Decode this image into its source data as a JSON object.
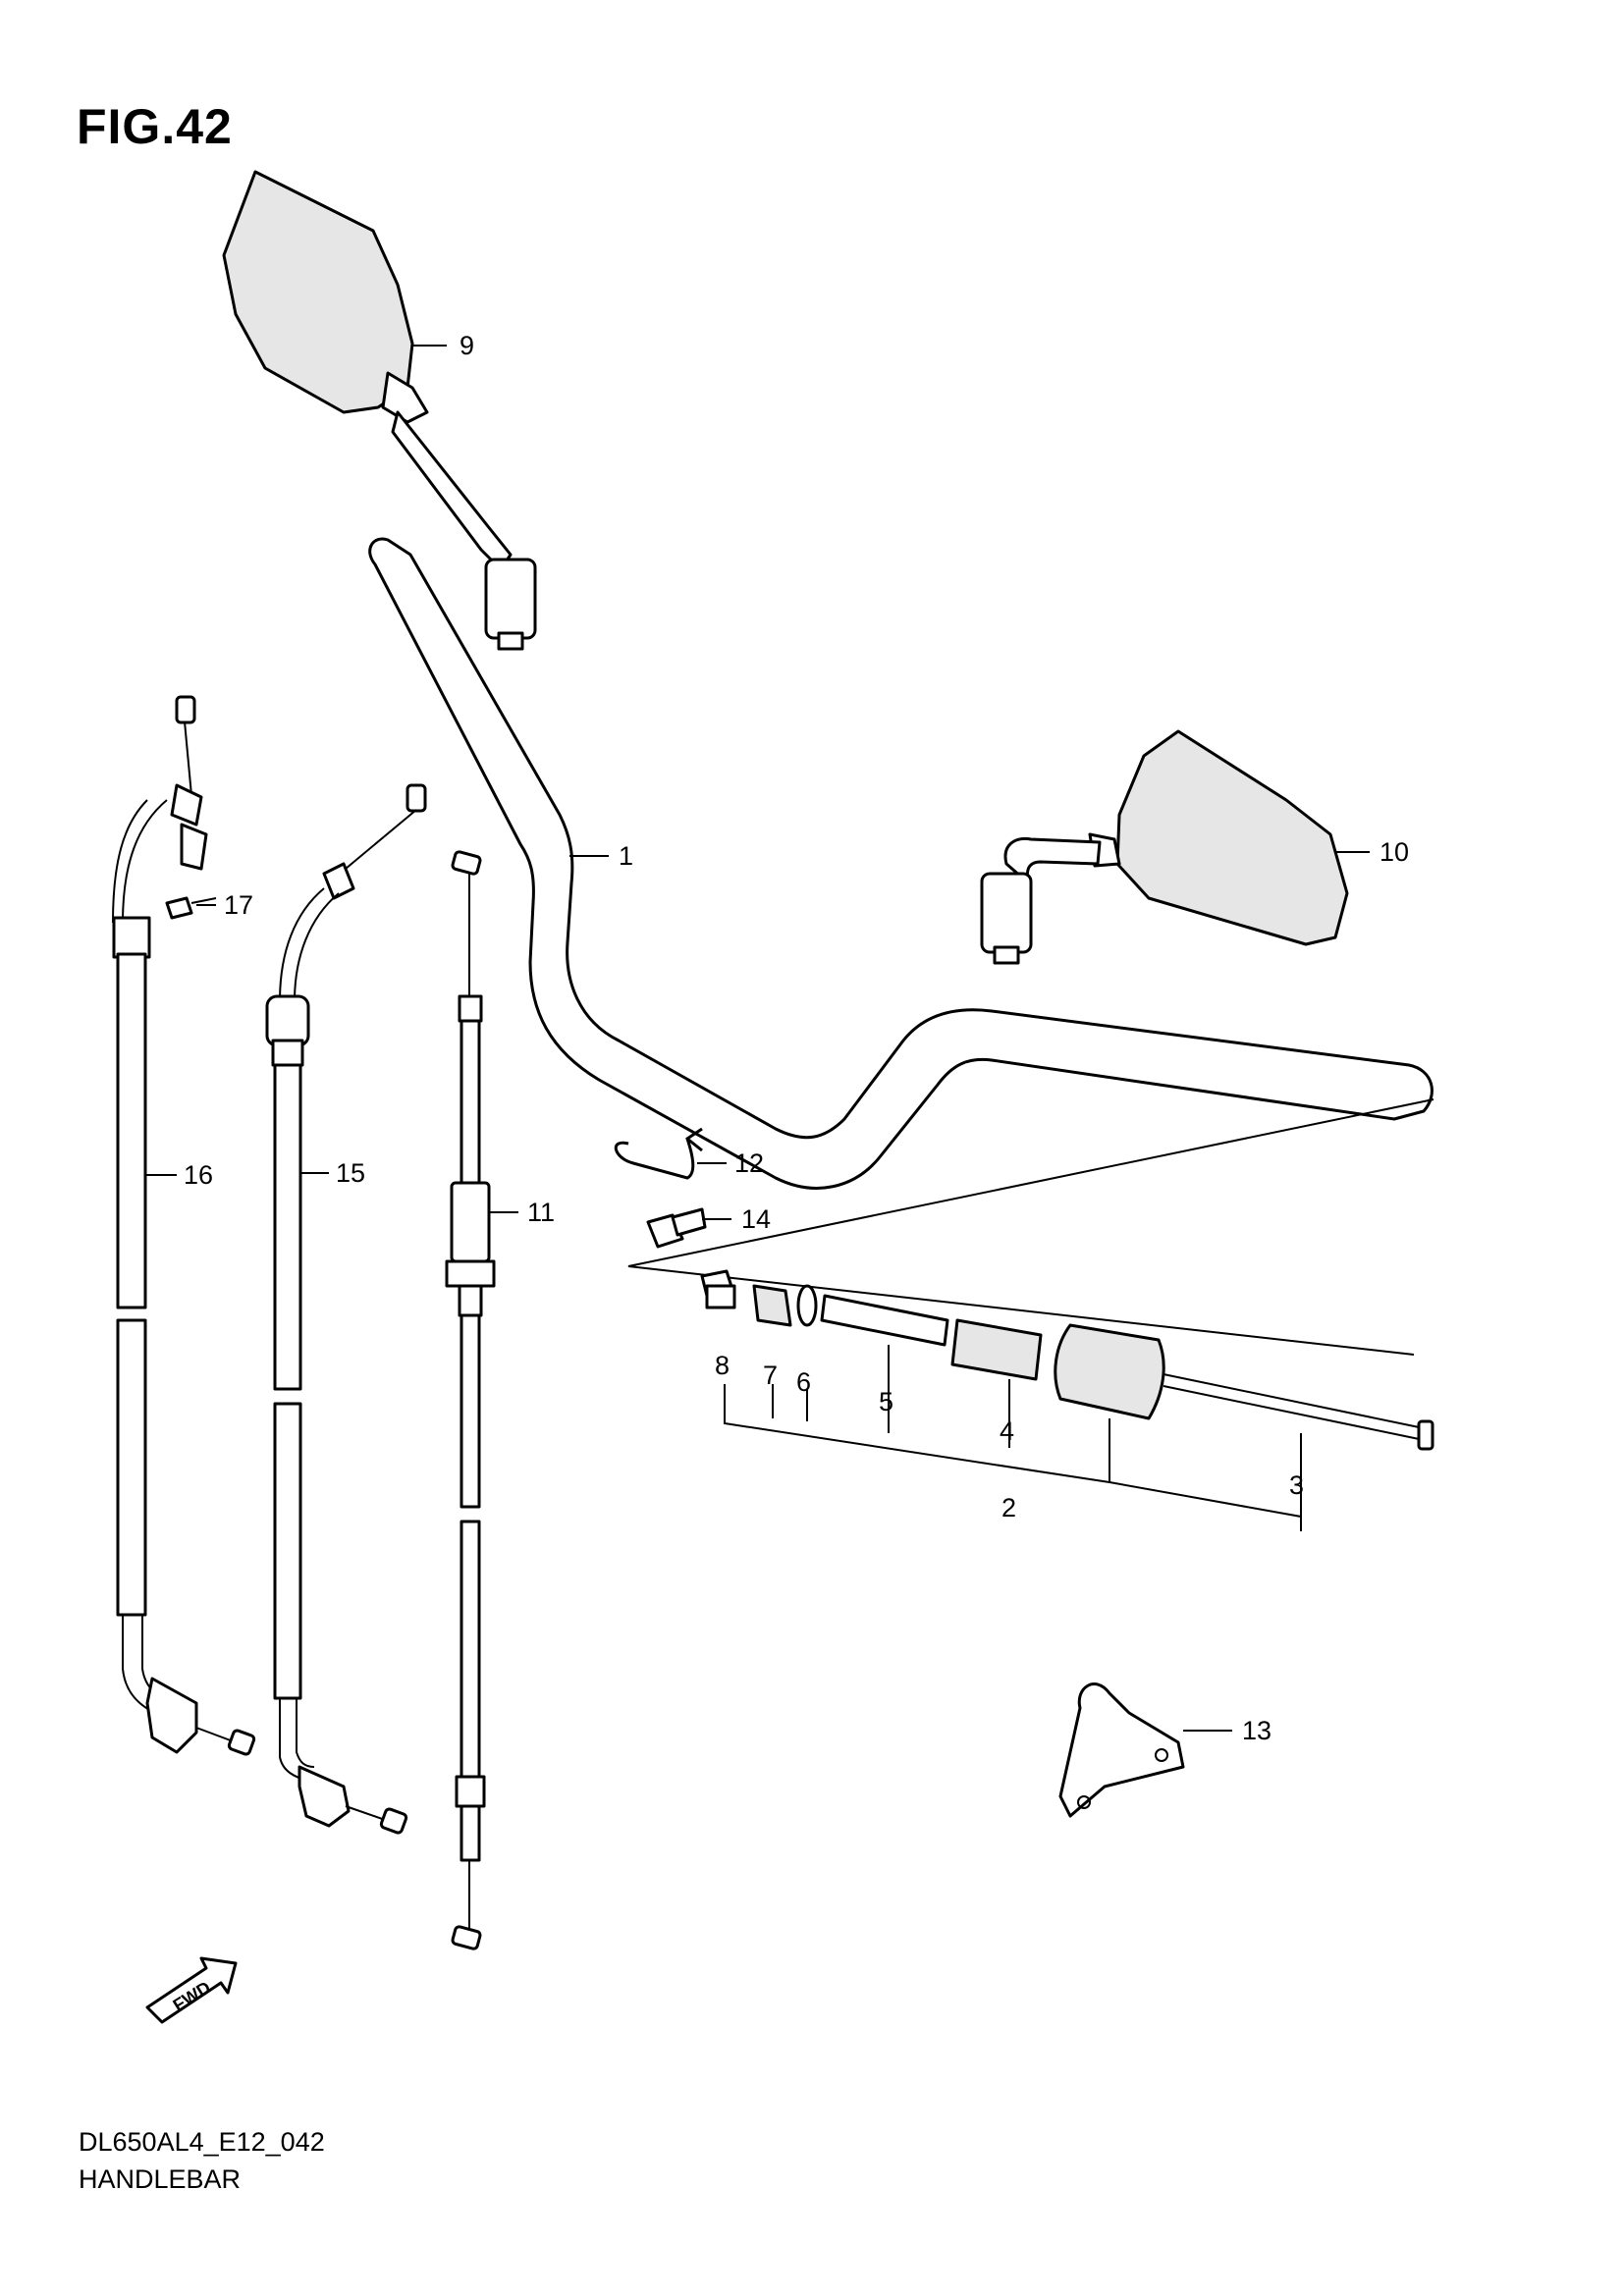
{
  "figure": {
    "title": "FIG.42"
  },
  "footer": {
    "code": "DL650AL4_E12_042",
    "title": "HANDLEBAR"
  },
  "direction_badge": {
    "label": "FWD"
  },
  "callouts": [
    "1",
    "2",
    "3",
    "4",
    "5",
    "6",
    "7",
    "8",
    "9",
    "10",
    "11",
    "12",
    "13",
    "14",
    "15",
    "16",
    "17"
  ],
  "icons": {
    "fwd": "forward-arrow-icon"
  }
}
